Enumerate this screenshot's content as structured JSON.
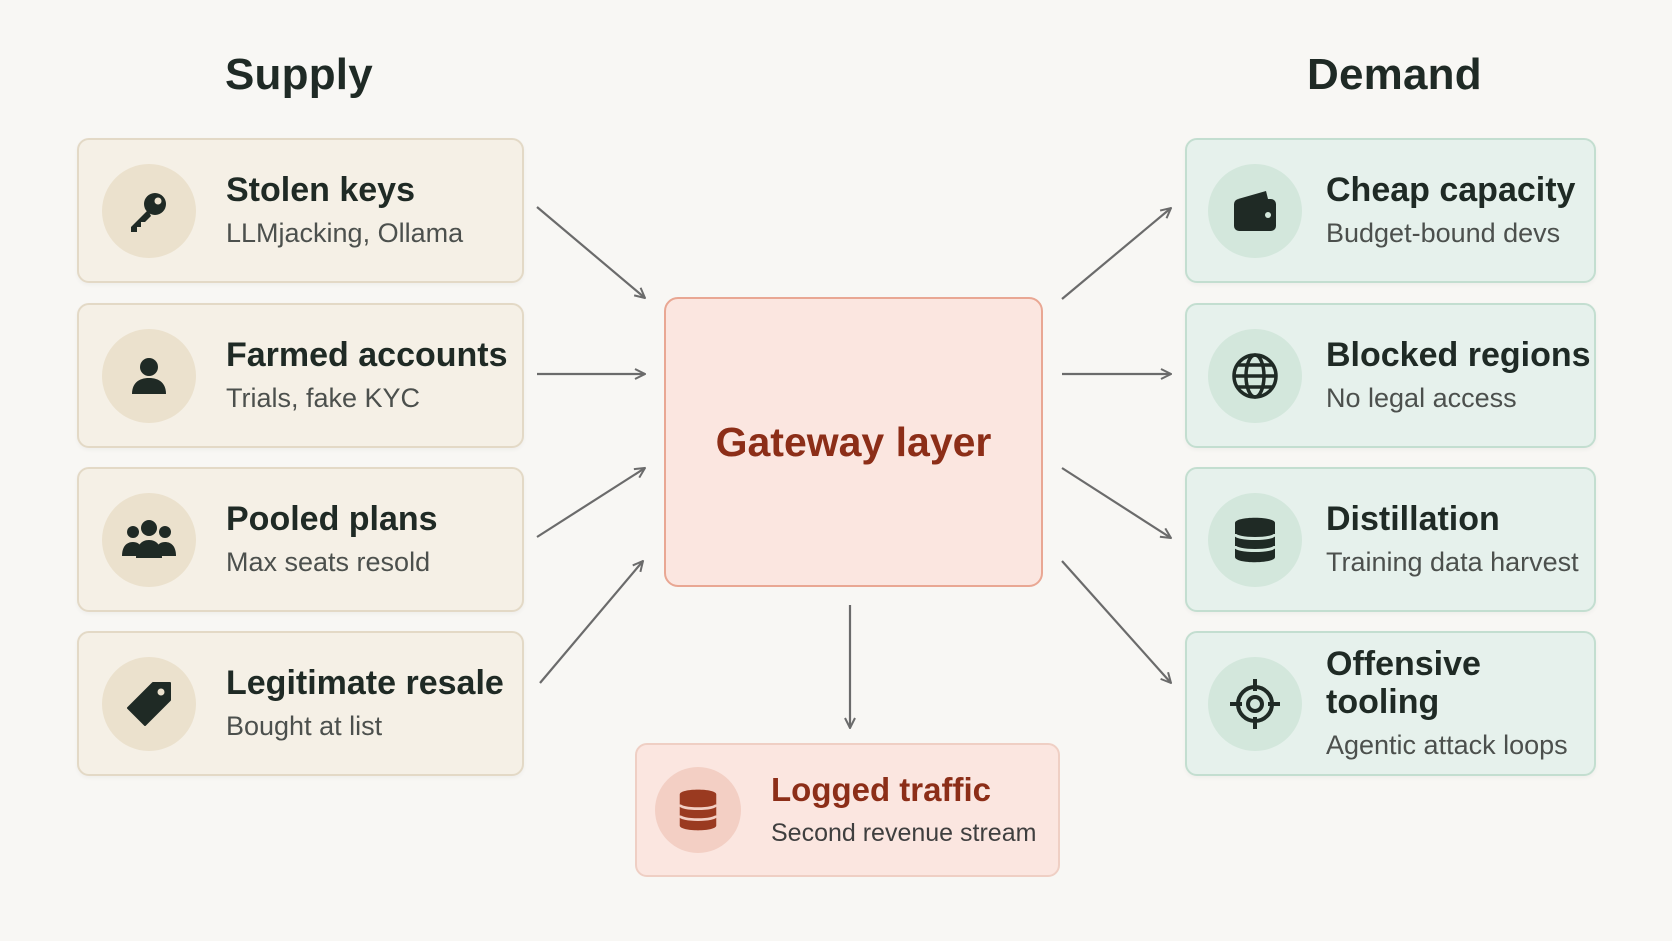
{
  "headings": {
    "supply": "Supply",
    "demand": "Demand"
  },
  "supply": [
    {
      "title": "Stolen keys",
      "subtitle": "LLMjacking, Ollama",
      "icon": "key-icon"
    },
    {
      "title": "Farmed accounts",
      "subtitle": "Trials, fake KYC",
      "icon": "user-icon"
    },
    {
      "title": "Pooled plans",
      "subtitle": "Max seats resold",
      "icon": "group-icon"
    },
    {
      "title": "Legitimate resale",
      "subtitle": "Bought at list",
      "icon": "price-tag-icon"
    }
  ],
  "gateway": {
    "label": "Gateway layer"
  },
  "demand": [
    {
      "title": "Cheap capacity",
      "subtitle": "Budget-bound devs",
      "icon": "wallet-icon"
    },
    {
      "title": "Blocked regions",
      "subtitle": "No legal access",
      "icon": "globe-icon"
    },
    {
      "title": "Distillation",
      "subtitle": "Training data harvest",
      "icon": "database-icon"
    },
    {
      "title": "Offensive tooling",
      "subtitle": "Agentic attack loops",
      "icon": "crosshair-icon"
    }
  ],
  "output": {
    "title": "Logged traffic",
    "subtitle": "Second revenue stream",
    "icon": "database-icon"
  },
  "colors": {
    "supply_bg": "#f5f0e6",
    "demand_bg": "#e6f1ec",
    "gateway_bg": "#fbe6e0",
    "gateway_text": "#8c2e18",
    "arrow": "#6b6b6b"
  }
}
